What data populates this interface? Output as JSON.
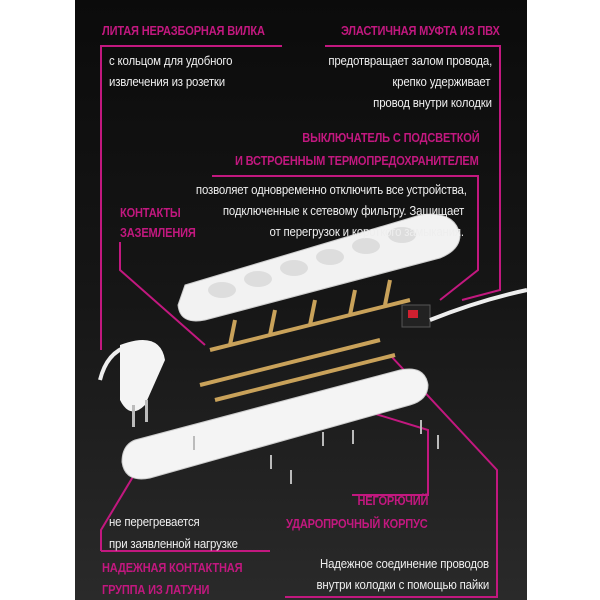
{
  "accent": "#c2187f",
  "callouts": {
    "plug": {
      "title": "ЛИТАЯ НЕРАЗБОРНАЯ ВИЛКА",
      "lines": [
        "с кольцом для удобного",
        "извлечения из розетки"
      ]
    },
    "sleeve": {
      "title": "ЭЛАСТИЧНАЯ МУФТА ИЗ ПВХ",
      "lines": [
        "предотвращает залом провода,",
        "крепко удерживает",
        "провод внутри колодки"
      ]
    },
    "switch": {
      "title": [
        "ВЫКЛЮЧАТЕЛЬ С ПОДСВЕТКОЙ",
        "И ВСТРОЕННЫМ ТЕРМОПРЕДОХРАНИТЕЛЕМ"
      ],
      "lines": [
        "позволяет одновременно отключить все устройства,",
        "подключенные к сетевому фильтру. Защищает",
        "от перегрузок и короткого замыкания."
      ]
    },
    "ground": {
      "title": [
        "КОНТАКТЫ",
        "ЗАЗЕМЛЕНИЯ"
      ]
    },
    "housing": {
      "title": [
        "НЕГОРЮЧИЙ",
        "УДАРОПРОЧНЫЙ КОРПУС"
      ]
    },
    "brass": {
      "lines": [
        "не перегревается",
        "при заявленной нагрузке"
      ],
      "title": [
        "НАДЕЖНАЯ КОНТАКТНАЯ",
        "ГРУППА ИЗ ЛАТУНИ"
      ]
    },
    "solder": {
      "lines": [
        "Надежное соединение проводов",
        "внутри колодки с помощью пайки"
      ]
    }
  }
}
